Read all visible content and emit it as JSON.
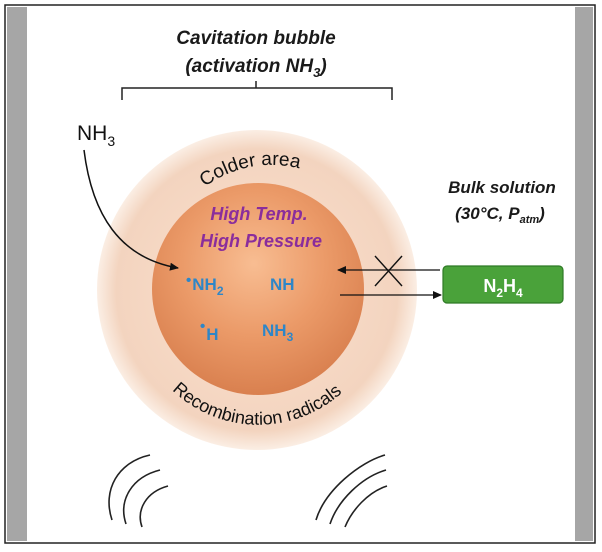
{
  "title": {
    "line1": "Cavitation bubble",
    "line2_prefix": "(activation NH",
    "line2_sub": "3",
    "line2_suffix": ")"
  },
  "inlet": {
    "formula": "NH",
    "sub": "3"
  },
  "bubble": {
    "outer_top_label": "Colder area",
    "outer_bottom_label": "Recombination radicals",
    "core_line1": "High Temp.",
    "core_line2": "High Pressure"
  },
  "species": [
    {
      "dot": "•",
      "main": "NH",
      "sub": "2"
    },
    {
      "dot": "",
      "main": "NH",
      "sub": ""
    },
    {
      "dot": "•",
      "main": "H",
      "sub": ""
    },
    {
      "dot": "",
      "main": "NH",
      "sub": "3"
    }
  ],
  "bulk": {
    "title": "Bulk solution",
    "cond_prefix": "(30°C, P",
    "cond_sub": "atm",
    "cond_suffix": ")"
  },
  "product": {
    "main1": "N",
    "sub1": "2",
    "main2": "H",
    "sub2": "4"
  },
  "colors": {
    "species_blue": "#2e86c8",
    "core_text_purple": "#8a2d9c",
    "product_green": "#4aa23a",
    "product_border": "#2f7a26",
    "core_orange": "#e89060",
    "halo_peach": "#f4d3be",
    "frame_gray": "#a6a6a6"
  }
}
